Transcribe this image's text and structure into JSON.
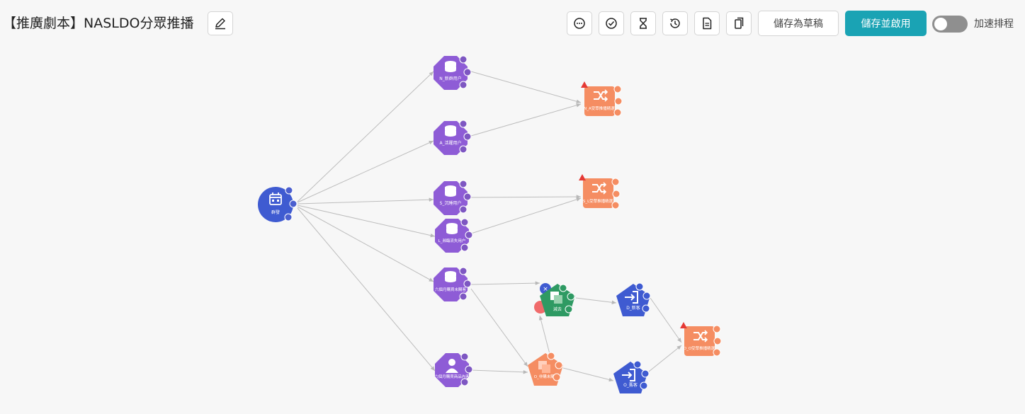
{
  "header": {
    "title": "【推廣劇本】NASLDO分眾推播",
    "edit_icon": "pencil-icon",
    "toolbar_icons": [
      "chat-bubble-icon",
      "check-circle-icon",
      "hourglass-icon",
      "history-clock-icon",
      "document-icon",
      "copy-icon"
    ],
    "save_draft_label": "儲存為草稿",
    "save_enable_label": "儲存並啟用",
    "accelerate_label": "加速排程",
    "accelerate_on": false
  },
  "colors": {
    "primary": "#1aa3b4",
    "purple_node": "#8e5cd6",
    "blue_node": "#3f5bd1",
    "orange_node": "#f58d62",
    "green_node": "#2e9a63",
    "warning": "#e53935"
  },
  "flow": {
    "trigger": {
      "label": "群發",
      "icon": "calendar-icon"
    },
    "segments": [
      {
        "label": "N_新群用户",
        "icon": "database-icon"
      },
      {
        "label": "A_活躍用户",
        "icon": "database-icon"
      },
      {
        "label": "S_沉睡用户",
        "icon": "database-icon"
      },
      {
        "label": "L_瀕臨流失用户",
        "icon": "database-icon"
      },
      {
        "label": "六個月購買未購客",
        "icon": "database-icon"
      },
      {
        "label": "六個月購買商品內客",
        "icon": "user-icon"
      }
    ],
    "actions": [
      {
        "label": "N_A受眾推播精選",
        "icon": "shuffle-icon",
        "warning": true
      },
      {
        "label": "S_L受眾推播精選",
        "icon": "shuffle-icon",
        "warning": true
      },
      {
        "label": "減去",
        "icon": "subtract-icon"
      },
      {
        "label": "O_非購未購客",
        "icon": "intersect-icon"
      },
      {
        "label": "D_新客",
        "icon": "enter-icon"
      },
      {
        "label": "O_舊客",
        "icon": "enter-icon"
      },
      {
        "label": "D_O受眾推播精選",
        "icon": "shuffle-icon",
        "warning": true
      }
    ]
  }
}
